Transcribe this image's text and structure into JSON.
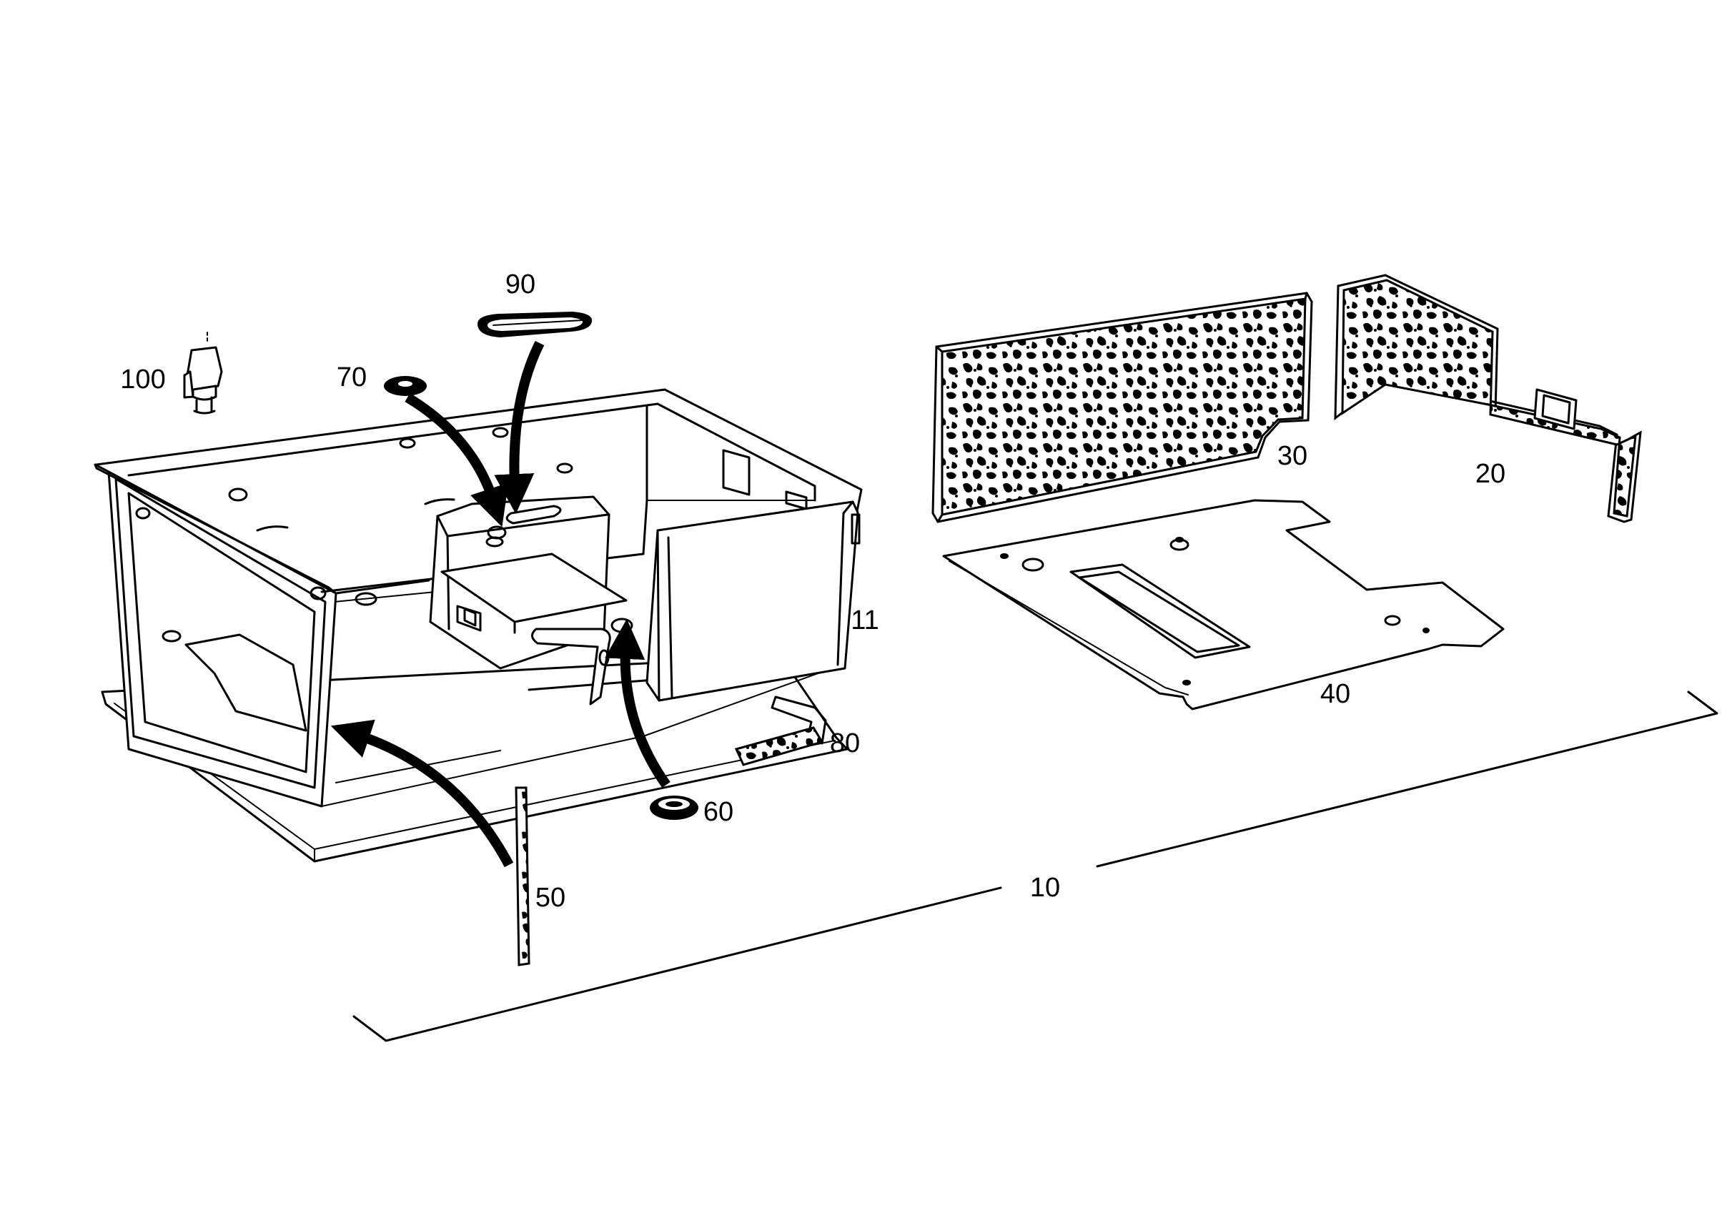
{
  "callouts": {
    "c10": "10",
    "c11": "11",
    "c20": "20",
    "c30": "30",
    "c40": "40",
    "c50": "50",
    "c60": "60",
    "c70": "70",
    "c80": "80",
    "c90": "90",
    "c100": "100"
  },
  "colors": {
    "ink": "#000000",
    "paper": "#ffffff"
  }
}
